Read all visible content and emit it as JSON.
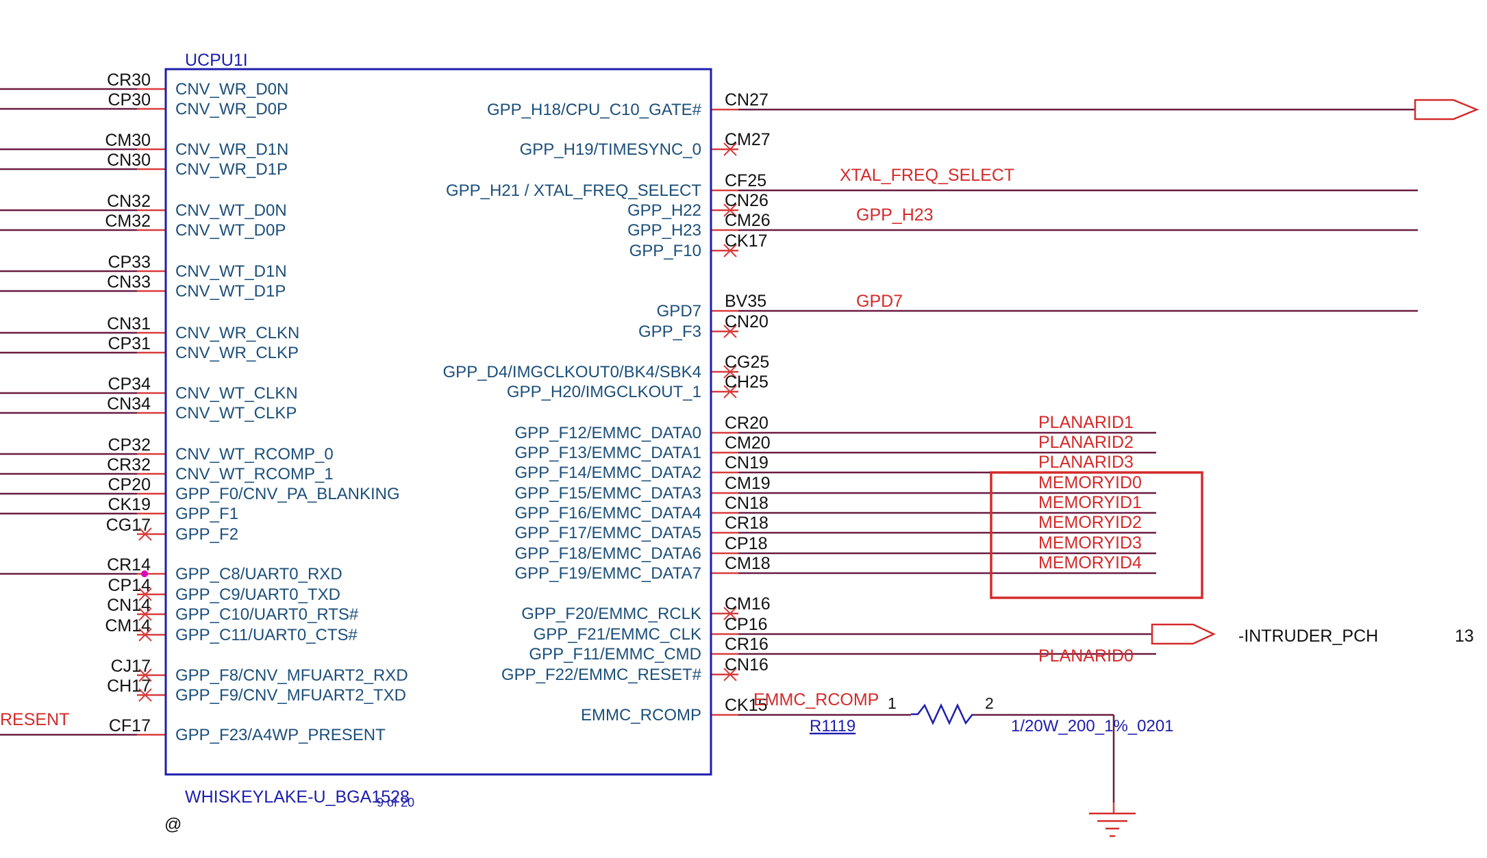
{
  "colors": {
    "box": "#1d1dad",
    "wire": "#6a1a40",
    "stub": "#d93a3a",
    "pin_label": "#1c4f7a",
    "net_label": "#d42a2a",
    "black": "#111111",
    "junction": "#e000c0"
  },
  "component": {
    "refdes": "UCPU1I",
    "part": "WHISKEYLAKE-U_BGA1528",
    "sheet": "9 of 20",
    "note": "@"
  },
  "left_pins": [
    {
      "ball": "CR30",
      "name": "CNV_WR_D0N",
      "wired": true
    },
    {
      "ball": "CP30",
      "name": "CNV_WR_D0P",
      "wired": true
    },
    {
      "ball": "CM30",
      "name": "CNV_WR_D1N",
      "wired": true
    },
    {
      "ball": "CN30",
      "name": "CNV_WR_D1P",
      "wired": true
    },
    {
      "ball": "CN32",
      "name": "CNV_WT_D0N",
      "wired": true
    },
    {
      "ball": "CM32",
      "name": "CNV_WT_D0P",
      "wired": true
    },
    {
      "ball": "CP33",
      "name": "CNV_WT_D1N",
      "wired": true
    },
    {
      "ball": "CN33",
      "name": "CNV_WT_D1P",
      "wired": true
    },
    {
      "ball": "CN31",
      "name": "CNV_WR_CLKN",
      "wired": true
    },
    {
      "ball": "CP31",
      "name": "CNV_WR_CLKP",
      "wired": true
    },
    {
      "ball": "CP34",
      "name": "CNV_WT_CLKN",
      "wired": true
    },
    {
      "ball": "CN34",
      "name": "CNV_WT_CLKP",
      "wired": true
    },
    {
      "ball": "CP32",
      "name": "CNV_WT_RCOMP_0",
      "wired": true
    },
    {
      "ball": "CR32",
      "name": "CNV_WT_RCOMP_1",
      "wired": true
    },
    {
      "ball": "CP20",
      "name": "GPP_F0/CNV_PA_BLANKING",
      "wired": true
    },
    {
      "ball": "CK19",
      "name": "GPP_F1",
      "wired": true
    },
    {
      "ball": "CG17",
      "name": "GPP_F2",
      "wired": false
    },
    {
      "ball": "CR14",
      "name": "GPP_C8/UART0_RXD",
      "wired": true
    },
    {
      "ball": "CP14",
      "name": "GPP_C9/UART0_TXD",
      "wired": false
    },
    {
      "ball": "CN14",
      "name": "GPP_C10/UART0_RTS#",
      "wired": false
    },
    {
      "ball": "CM14",
      "name": "GPP_C11/UART0_CTS#",
      "wired": false
    },
    {
      "ball": "CJ17",
      "name": "GPP_F8/CNV_MFUART2_RXD",
      "wired": false
    },
    {
      "ball": "CH17",
      "name": "GPP_F9/CNV_MFUART2_TXD",
      "wired": false
    },
    {
      "ball": "CF17",
      "name": "GPP_F23/A4WP_PRESENT",
      "wired": true,
      "net": "RESENT"
    }
  ],
  "right_pins": [
    {
      "ball": "CN27",
      "name": "GPP_H18/CPU_C10_GATE#",
      "wired": true
    },
    {
      "ball": "CM27",
      "name": "GPP_H19/TIMESYNC_0",
      "wired": false
    },
    {
      "ball": "CF25",
      "name": "GPP_H21 / XTAL_FREQ_SELECT",
      "wired": true,
      "net": "XTAL_FREQ_SELECT"
    },
    {
      "ball": "CN26",
      "name": "GPP_H22",
      "wired": false
    },
    {
      "ball": "CM26",
      "name": "GPP_H23",
      "wired": true,
      "net": "GPP_H23"
    },
    {
      "ball": "CK17",
      "name": "GPP_F10",
      "wired": false
    },
    {
      "ball": "BV35",
      "name": "GPD7",
      "wired": true,
      "net": "GPD7"
    },
    {
      "ball": "CN20",
      "name": "GPP_F3",
      "wired": false
    },
    {
      "ball": "CG25",
      "name": "GPP_D4/IMGCLKOUT0/BK4/SBK4",
      "wired": false
    },
    {
      "ball": "CH25",
      "name": "GPP_H20/IMGCLKOUT_1",
      "wired": false
    },
    {
      "ball": "CR20",
      "name": "GPP_F12/EMMC_DATA0",
      "wired": true,
      "net": "PLANARID1"
    },
    {
      "ball": "CM20",
      "name": "GPP_F13/EMMC_DATA1",
      "wired": true,
      "net": "PLANARID2"
    },
    {
      "ball": "CN19",
      "name": "GPP_F14/EMMC_DATA2",
      "wired": true,
      "net": "PLANARID3"
    },
    {
      "ball": "CM19",
      "name": "GPP_F15/EMMC_DATA3",
      "wired": true,
      "net": "MEMORYID0"
    },
    {
      "ball": "CN18",
      "name": "GPP_F16/EMMC_DATA4",
      "wired": true,
      "net": "MEMORYID1"
    },
    {
      "ball": "CR18",
      "name": "GPP_F17/EMMC_DATA5",
      "wired": true,
      "net": "MEMORYID2"
    },
    {
      "ball": "CP18",
      "name": "GPP_F18/EMMC_DATA6",
      "wired": true,
      "net": "MEMORYID3"
    },
    {
      "ball": "CM18",
      "name": "GPP_F19/EMMC_DATA7",
      "wired": true,
      "net": "MEMORYID4"
    },
    {
      "ball": "CM16",
      "name": "GPP_F20/EMMC_RCLK",
      "wired": false
    },
    {
      "ball": "CP16",
      "name": "GPP_F21/EMMC_CLK",
      "wired": true
    },
    {
      "ball": "CR16",
      "name": "GPP_F11/EMMC_CMD",
      "wired": true,
      "net": "PLANARID0"
    },
    {
      "ball": "CN16",
      "name": "GPP_F22/EMMC_RESET#",
      "wired": false
    },
    {
      "ball": "CK15",
      "name": "EMMC_RCOMP",
      "wired": true,
      "net": "EMMC_RCOMP"
    }
  ],
  "offpage": {
    "intruder_label": "-INTRUDER_PCH",
    "intruder_page": "13"
  },
  "resistor": {
    "refdes": "R1119",
    "value": "1/20W_200_1%_0201",
    "pin1": "1",
    "pin2": "2"
  }
}
